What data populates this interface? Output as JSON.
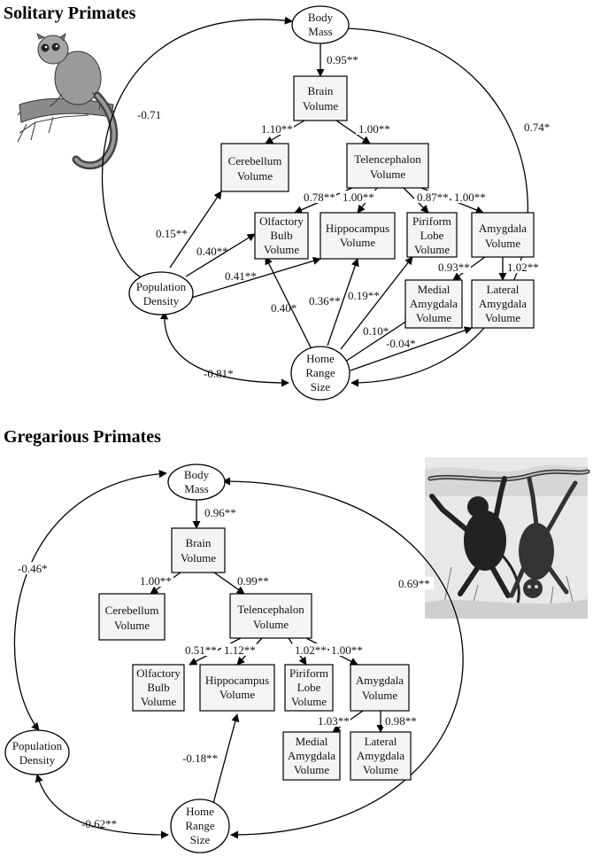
{
  "solitary": {
    "title": "Solitary Primates",
    "nodes": {
      "body_mass": [
        "Body",
        "Mass"
      ],
      "brain": [
        "Brain",
        "Volume"
      ],
      "cerebellum": [
        "Cerebellum",
        "Volume"
      ],
      "telencephalon": [
        "Telencephalon",
        "Volume"
      ],
      "olfactory": [
        "Olfactory",
        "Bulb",
        "Volume"
      ],
      "hippocampus": [
        "Hippocampus",
        "Volume"
      ],
      "piriform": [
        "Piriform",
        "Lobe",
        "Volume"
      ],
      "amygdala": [
        "Amygdala",
        "Volume"
      ],
      "medial": [
        "Medial",
        "Amygdala",
        "Volume"
      ],
      "lateral": [
        "Lateral",
        "Amygdala",
        "Volume"
      ],
      "population": [
        "Population",
        "Density"
      ],
      "home_range": [
        "Home",
        "Range",
        "Size"
      ]
    },
    "paths": {
      "bm_brain": "0.95**",
      "brain_cereb": "1.10**",
      "brain_tel": "1.00**",
      "tel_olf": "0.78**",
      "tel_hip": "1.00**",
      "tel_pir": "0.87**",
      "tel_amy": "1.00**",
      "amy_med": "0.93**",
      "amy_lat": "1.02**",
      "pop_bm": "-0.71",
      "hr_bm": "0.74*",
      "pop_cereb": "0.15**",
      "pop_olf": "0.40**",
      "pop_hip": "0.41**",
      "hr_olf": "0.40*",
      "hr_hip": "0.36**",
      "hr_pir": "0.19**",
      "hr_med": "0.10*",
      "hr_lat": "-0.04*",
      "pop_hr": "-0.81*"
    }
  },
  "gregarious": {
    "title": "Gregarious Primates",
    "nodes": {
      "body_mass": [
        "Body",
        "Mass"
      ],
      "brain": [
        "Brain",
        "Volume"
      ],
      "cerebellum": [
        "Cerebellum",
        "Volume"
      ],
      "telencephalon": [
        "Telencephalon",
        "Volume"
      ],
      "olfactory": [
        "Olfactory",
        "Bulb",
        "Volume"
      ],
      "hippocampus": [
        "Hippocampus",
        "Volume"
      ],
      "piriform": [
        "Piriform",
        "Lobe",
        "Volume"
      ],
      "amygdala": [
        "Amygdala",
        "Volume"
      ],
      "medial": [
        "Medial",
        "Amygdala",
        "Volume"
      ],
      "lateral": [
        "Lateral",
        "Amygdala",
        "Volume"
      ],
      "population": [
        "Population",
        "Density"
      ],
      "home_range": [
        "Home",
        "Range",
        "Size"
      ]
    },
    "paths": {
      "bm_brain": "0.96**",
      "brain_cereb": "1.00**",
      "brain_tel": "0.99**",
      "tel_olf": "0.51**",
      "tel_hip": "1.12**",
      "tel_pir": "1.02**",
      "tel_amy": "1.00**",
      "amy_med": "1.03**",
      "amy_lat": "0.98**",
      "pop_bm": "-0.46*",
      "hr_bm": "0.69**",
      "hr_hip": "-0.18**",
      "pop_hr": "-0.62**"
    }
  },
  "images": {
    "solitary_animal": "loris-illustration",
    "gregarious_animal": "spider-monkeys-illustration"
  }
}
